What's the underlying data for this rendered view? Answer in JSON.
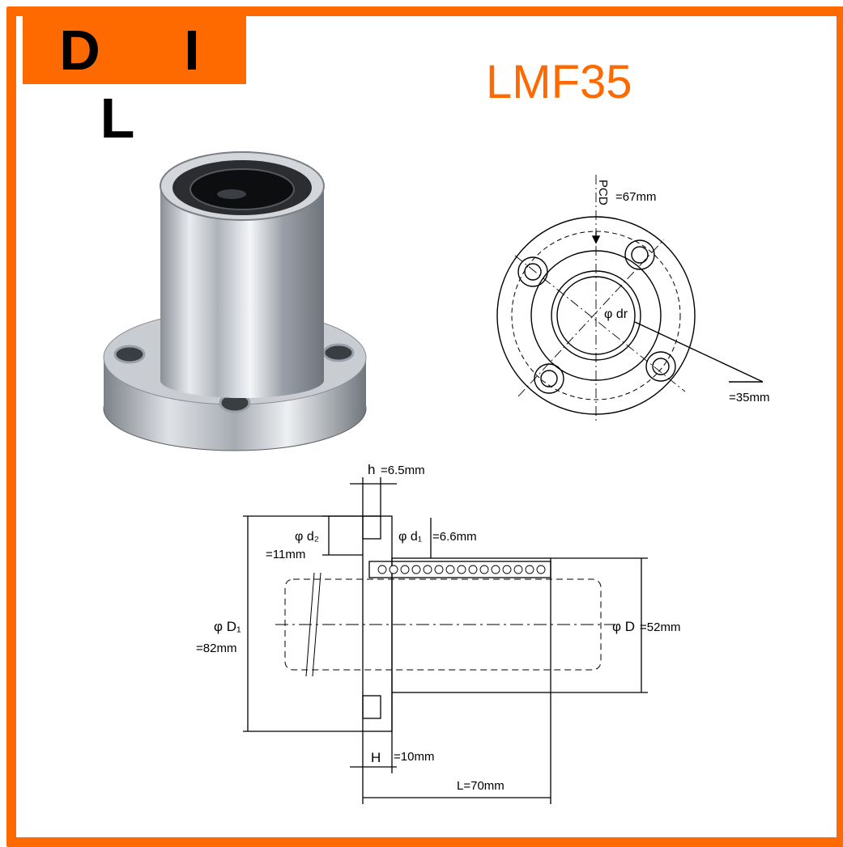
{
  "brand": "D I L",
  "model": "LMF35",
  "colors": {
    "accent": "#ff6a00",
    "line": "#000000",
    "metal": "#b8bcc2"
  },
  "top_view": {
    "pcd_label": "PCD",
    "pcd_value": "=67mm",
    "dr_label": "φ dr",
    "dr_value": "=35mm"
  },
  "side_view": {
    "h_label": "h",
    "h_value": "=6.5mm",
    "d1_label": "φ d₁",
    "d1_value": "=6.6mm",
    "d2_label": "φ d₂",
    "d2_value": "=11mm",
    "D1_label": "φ D₁",
    "D1_value": "=82mm",
    "D_label": "φ D",
    "D_value": "=52mm",
    "H_label": "H",
    "H_value": "=10mm",
    "L_value": "L=70mm"
  }
}
